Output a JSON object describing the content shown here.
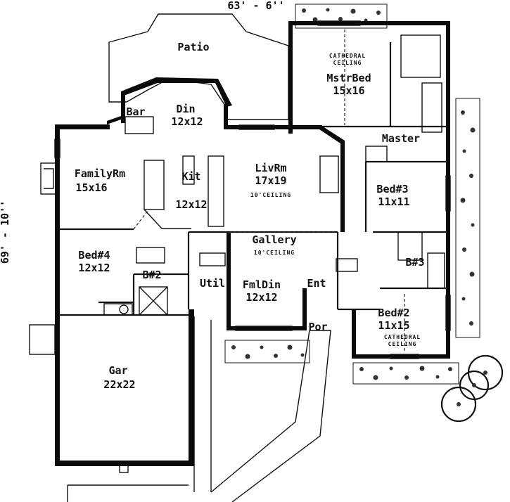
{
  "dimensions": {
    "width_label": "63' - 6''",
    "depth_label": "69' - 10''"
  },
  "rooms": {
    "patio": {
      "name": "Patio"
    },
    "master_bed": {
      "note_line1": "CATHEDRAL",
      "note_line2": "CEILING",
      "name": "MstrBed",
      "size": "15x16"
    },
    "bar": {
      "name": "Bar"
    },
    "dining": {
      "name": "Din",
      "size": "12x12"
    },
    "family": {
      "name": "FamilyRm",
      "size": "15x16"
    },
    "kitchen": {
      "name": "Kit",
      "size": "12x12"
    },
    "living": {
      "name": "LivRm",
      "size": "17x19",
      "note": "10'CEILING"
    },
    "master_bath": {
      "name": "Master"
    },
    "bed3": {
      "name": "Bed#3",
      "size": "11x11"
    },
    "gallery": {
      "name": "Gallery",
      "note": "10'CEILING"
    },
    "bed4": {
      "name": "Bed#4",
      "size": "12x12"
    },
    "bath2": {
      "name": "B#2"
    },
    "bath3": {
      "name": "B#3"
    },
    "utility": {
      "name": "Util"
    },
    "formal_dining": {
      "name": "FmlDin",
      "size": "12x12"
    },
    "entry": {
      "name": "Ent"
    },
    "porch": {
      "name": "Por"
    },
    "bed2": {
      "name": "Bed#2",
      "size": "11x15",
      "note_line1": "CATHEDRAL",
      "note_line2": "CEILING"
    },
    "garage": {
      "name": "Gar",
      "size": "22x22"
    }
  }
}
